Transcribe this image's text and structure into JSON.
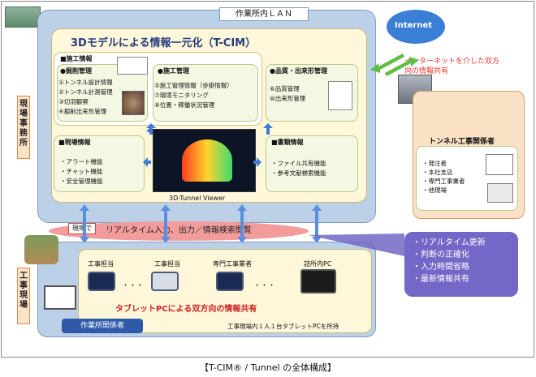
{
  "lan_title": "作業所内ＬＡＮ",
  "tcim_title": "3Dモデルによる情報一元化（T-CIM）",
  "site_office_label": "現場事務所",
  "construction_site_label": "工事現場",
  "construction_info": {
    "header": "■施工情報",
    "excavation": {
      "title": "●掘削管理",
      "items": [
        "①トンネル設計情報",
        "②トンネル計測管理",
        "③切羽観察",
        "④掘削出来形管理"
      ]
    },
    "construction": {
      "title": "●施工管理",
      "items": [
        "⑤施工管理情報（歩掛情報）",
        "⑦環境モニタリング",
        "⑧位置・稼働状況管理"
      ]
    }
  },
  "quality": {
    "title": "●品質・出来形管理",
    "items": [
      "⑥品質管理",
      "⑩出来形管理"
    ]
  },
  "site_info": {
    "title": "■現場情報",
    "items": [
      "・アラート機能",
      "・チャット機能",
      "・安全管理機能"
    ]
  },
  "document_info": {
    "title": "■書類情報",
    "items": [
      "・ファイル共有機能",
      "・参考文献検索機能"
    ]
  },
  "viewer_label": "3D-Tunnel Viewer",
  "internet_label": "Internet",
  "internet_share": "インターネットを介した双方向の情報共有",
  "realtime_tag": "現場で",
  "realtime_text": "リアルタイム入力、出力／情報検索閲覧",
  "external": {
    "title": "トンネル工事関係者",
    "items": [
      "・発注者",
      "・本社支店",
      "・専門工事業者",
      "・他現場"
    ]
  },
  "benefits": [
    "・リアルタイム更新",
    "・判断の正確化",
    "・入力時間省略",
    "・最新情報共有"
  ],
  "workers": [
    "工事担当",
    "工事担当",
    "専門工事業者",
    "詰所内PC"
  ],
  "ellipsis": "・・・",
  "tablet_share": "タブレットPCによる双方向の情報共有",
  "worker_group": "作業所関係者",
  "tablet_note": "工事現場内１人１台タブレットPCを所持",
  "caption": "【T-CIM® / Tunnel の全体構成】"
}
